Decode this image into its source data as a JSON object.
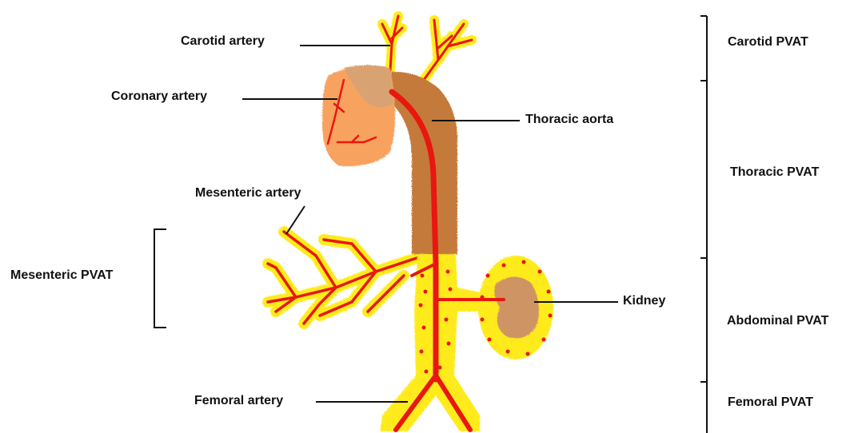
{
  "labels": {
    "carotid_artery": "Carotid artery",
    "coronary_artery": "Coronary artery",
    "thoracic_aorta": "Thoracic aorta",
    "mesenteric_artery": "Mesenteric artery",
    "kidney": "Kidney",
    "femoral_artery": "Femoral artery"
  },
  "regions": {
    "mesenteric_pvat": "Mesenteric PVAT",
    "carotid_pvat": "Carotid PVAT",
    "thoracic_pvat": "Thoracic PVAT",
    "abdominal_pvat": "Abdominal PVAT",
    "femoral_pvat": "Femoral PVAT"
  },
  "colors": {
    "artery": "#e8170f",
    "fat": "#ffeb1e",
    "fat_edge": "#f2e600",
    "thoracic_pvat": "#c47a3a",
    "heart": "#f7a25f",
    "heart_top": "#d9a273",
    "kidney": "#cf9464"
  }
}
